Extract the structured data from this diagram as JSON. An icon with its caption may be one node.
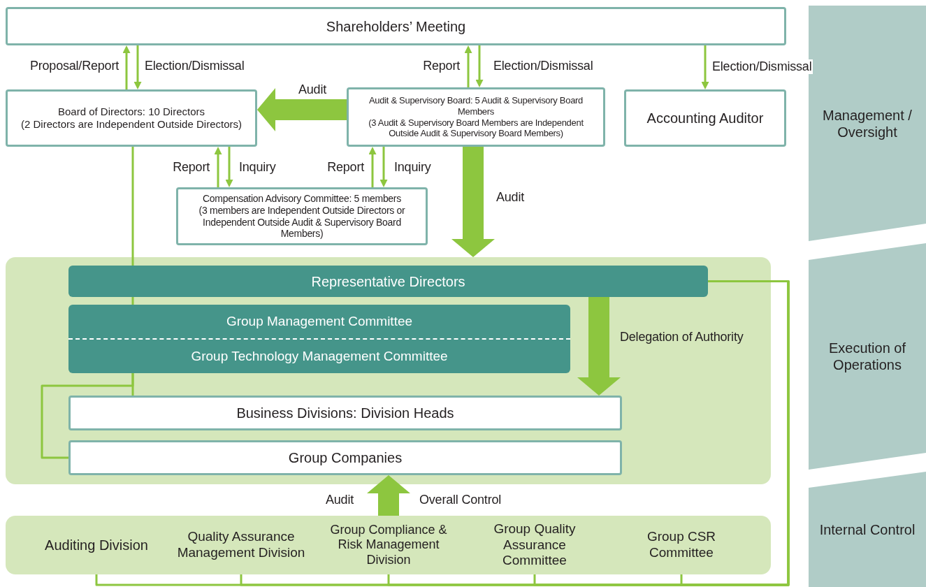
{
  "diagram": {
    "nodes": [
      {
        "text": [
          "Shareholders’ Meeting"
        ]
      },
      {
        "text": [
          "Board of Directors: 10 Directors",
          "(2 Directors are Independent Outside Directors)"
        ]
      },
      {
        "text": [
          "Audit & Supervisory Board: 5 Audit & Supervisory Board Members",
          "(3 Audit & Supervisory Board Members are Independent Outside Audit & Supervisory Board Members)"
        ]
      },
      {
        "text": [
          "Accounting Auditor"
        ]
      },
      {
        "text": [
          "Compensation Advisory Committee: 5 members",
          "(3 members are Independent Outside Directors or Independent Outside Audit & Supervisory Board Members)"
        ]
      },
      {
        "text": [],
        "shape": "box"
      },
      {
        "text": [
          "Representative Directors"
        ],
        "in": 5
      },
      {
        "text": [
          "Group Management Committee",
          "Group Technology Management Committee"
        ],
        "in": 5
      },
      {
        "text": [
          "Business Divisions: Division Heads"
        ],
        "in": 5
      },
      {
        "text": [
          "Group Companies"
        ],
        "in": 5
      },
      {
        "text": [],
        "shape": "box"
      },
      {
        "text": [
          "Auditing Division"
        ],
        "in": 10
      },
      {
        "text": [
          "Quality Assurance Management Division"
        ],
        "in": 10
      },
      {
        "text": [
          "Group Compliance & Risk Management Division"
        ],
        "in": 10
      },
      {
        "text": [
          "Group Quality Assurance Committee"
        ],
        "in": 10
      },
      {
        "text": [
          "Group CSR Committee"
        ],
        "in": 10
      },
      {
        "text": [
          "Management / Oversight"
        ]
      },
      {
        "text": [
          "Execution of Operations"
        ]
      },
      {
        "text": [
          "Internal Control"
        ]
      }
    ],
    "edges": [
      {
        "from": 1,
        "to": 0,
        "arrow": "to",
        "label": "Proposal/Report"
      },
      {
        "from": 0,
        "to": 1,
        "arrow": "to",
        "label": "Election/Dismissal"
      },
      {
        "from": 2,
        "to": 0,
        "arrow": "to",
        "label": "Report"
      },
      {
        "from": 0,
        "to": 2,
        "arrow": "to",
        "label": "Election/Dismissal"
      },
      {
        "from": 0,
        "to": 3,
        "arrow": "to",
        "label": "Election/Dismissal"
      },
      {
        "from": 2,
        "to": 1,
        "arrow": "to",
        "label": "Audit",
        "style": "thick"
      },
      {
        "from": 4,
        "to": 1,
        "arrow": "to",
        "label": "Report"
      },
      {
        "from": 1,
        "to": 4,
        "arrow": "to",
        "label": "Inquiry"
      },
      {
        "from": 4,
        "to": 2,
        "arrow": "to",
        "label": "Report"
      },
      {
        "from": 2,
        "to": 4,
        "arrow": "to",
        "label": "Inquiry"
      },
      {
        "from": 2,
        "to": 5,
        "arrow": "to",
        "label": "Audit",
        "style": "thick"
      },
      {
        "from": 6,
        "to": 8,
        "arrow": "to",
        "label": "Delegation of Authority",
        "style": "thick"
      },
      {
        "from": 10,
        "to": 9,
        "arrow": "to",
        "label": "Audit",
        "style": "thick"
      },
      {
        "from": 1,
        "to": 6,
        "arrow": "none"
      },
      {
        "from": 6,
        "to": 7,
        "arrow": "none"
      },
      {
        "from": 7,
        "to": 8,
        "arrow": "none"
      },
      {
        "from": 7,
        "to": 9,
        "arrow": "none"
      },
      {
        "from": 6,
        "to": 11,
        "arrow": "none"
      },
      {
        "from": 6,
        "to": 12,
        "arrow": "none"
      },
      {
        "from": 6,
        "to": 13,
        "arrow": "none"
      },
      {
        "from": 6,
        "to": 14,
        "arrow": "none"
      },
      {
        "from": 6,
        "to": 15,
        "arrow": "none"
      }
    ],
    "labels": [
      "Overall Control"
    ]
  }
}
